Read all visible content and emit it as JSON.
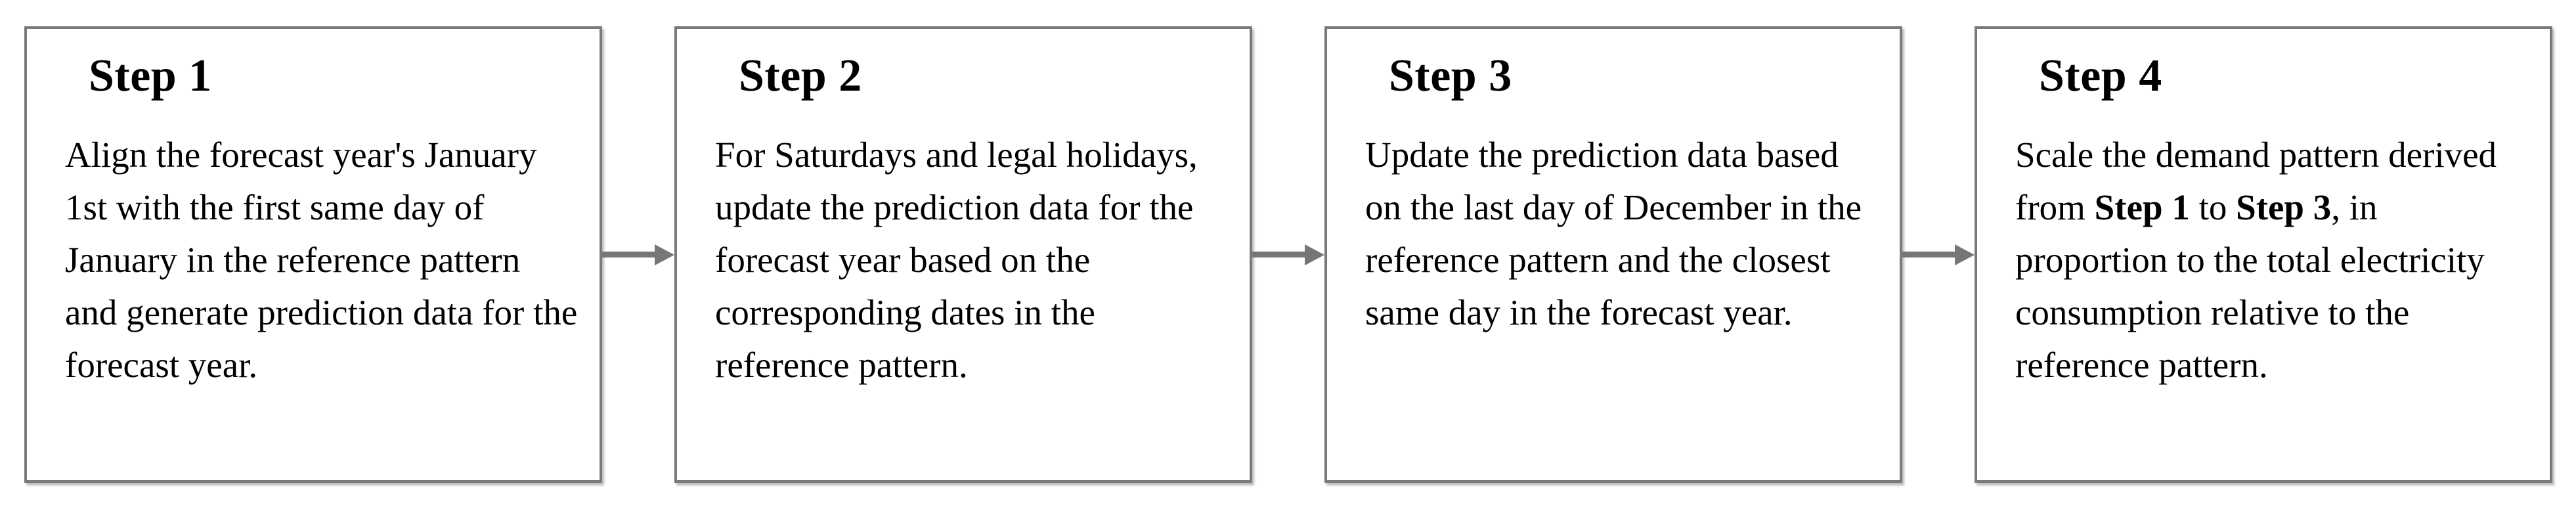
{
  "diagram": {
    "type": "flowchart",
    "direction": "left-to-right",
    "background_color": "#ffffff",
    "box_border_color": "#7a7a7a",
    "arrow_color": "#767676",
    "text_color": "#000000",
    "steps": [
      {
        "title": "Step 1",
        "body": [
          {
            "text": "Align the forecast year's January 1st with the first same day of January in the reference pattern and generate prediction data for the forecast year.",
            "bold": false
          }
        ]
      },
      {
        "title": "Step 2",
        "body": [
          {
            "text": "For Saturdays and legal holidays, update the prediction data for the forecast year based on the corresponding dates in the reference pattern.",
            "bold": false
          }
        ]
      },
      {
        "title": "Step 3",
        "body": [
          {
            "text": "Update the prediction data based on the last day of December in the reference pattern and the closest same day in the forecast year.",
            "bold": false
          }
        ]
      },
      {
        "title": "Step 4",
        "body": [
          {
            "text": "Scale the demand pattern derived from ",
            "bold": false
          },
          {
            "text": "Step 1",
            "bold": true
          },
          {
            "text": " to ",
            "bold": false
          },
          {
            "text": "Step 3",
            "bold": true
          },
          {
            "text": ", in proportion to the total electricity consumption relative to the reference pattern.",
            "bold": false
          }
        ]
      }
    ]
  }
}
